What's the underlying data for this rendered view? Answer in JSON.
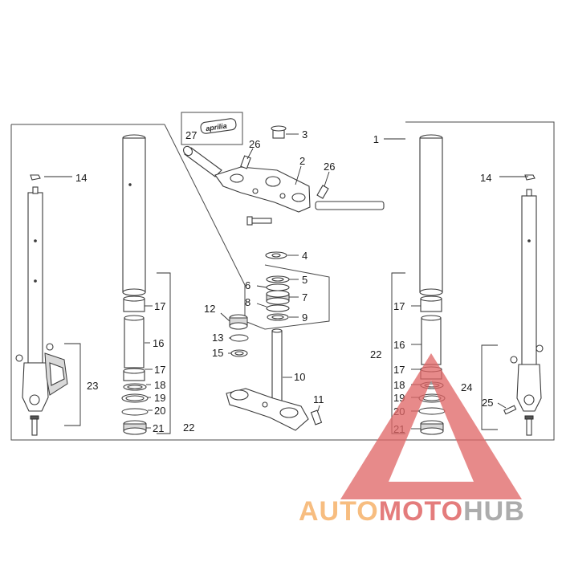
{
  "callouts": {
    "c1": "1",
    "c2": "2",
    "c3": "3",
    "c4": "4",
    "c5": "5",
    "c6": "6",
    "c7": "7",
    "c8": "8",
    "c9": "9",
    "c10": "10",
    "c11": "11",
    "c12": "12",
    "c13": "13",
    "c14": "14",
    "c15": "15",
    "c16": "16",
    "c17": "17",
    "c18": "18",
    "c19": "19",
    "c20": "20",
    "c21": "21",
    "c22": "22",
    "c23": "23",
    "c24": "24",
    "c25": "25",
    "c26": "26",
    "c27": "27"
  },
  "decal_text": "aprilia",
  "watermark": {
    "part1": "AUTO",
    "part2": "MOTO",
    "part3": "HUB",
    "color_orange": "#f6b26b",
    "color_red": "#e06666",
    "color_gray": "#9e9e9e"
  }
}
